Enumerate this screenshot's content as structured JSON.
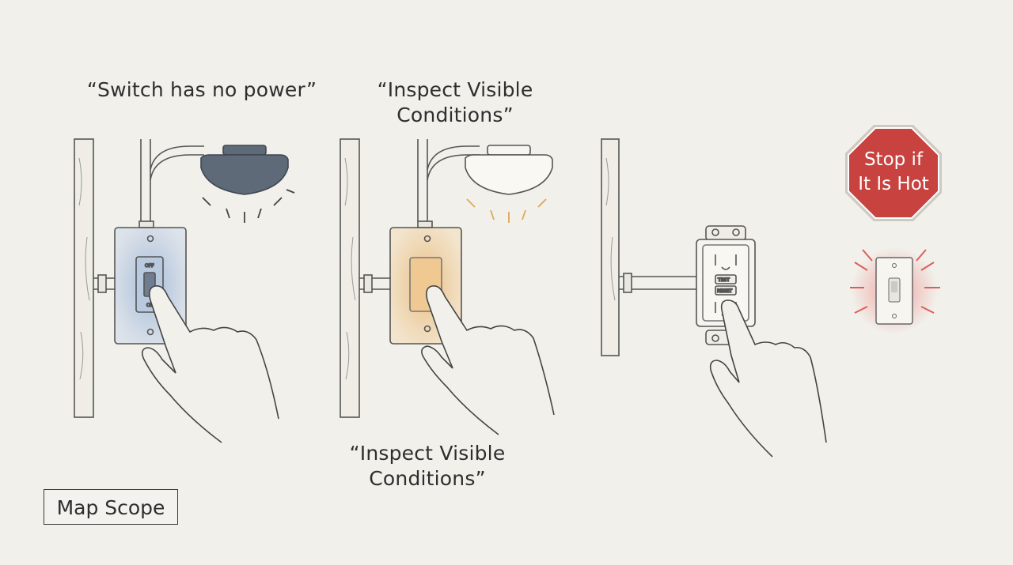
{
  "captions": {
    "switch_no_power": "“Switch has no power”",
    "inspect_top": "“Inspect Visible\nConditions”",
    "inspect_bottom": "“Inspect Visible\nConditions”"
  },
  "stop_sign": {
    "line1": "Stop if",
    "line2": "It Is Hot",
    "color": "#c8423f"
  },
  "map_scope_button": "Map Scope",
  "switch_labels": {
    "off": "OFF",
    "on": "ON"
  },
  "gfci_labels": {
    "test": "TEST",
    "reset": "RESET"
  },
  "colors": {
    "background": "#f1f0eb",
    "cool_glow": "#9fb6d6",
    "warm_glow": "#e8b877",
    "hot_glow": "#f08a86",
    "fixture_dark": "#5f6a78"
  }
}
